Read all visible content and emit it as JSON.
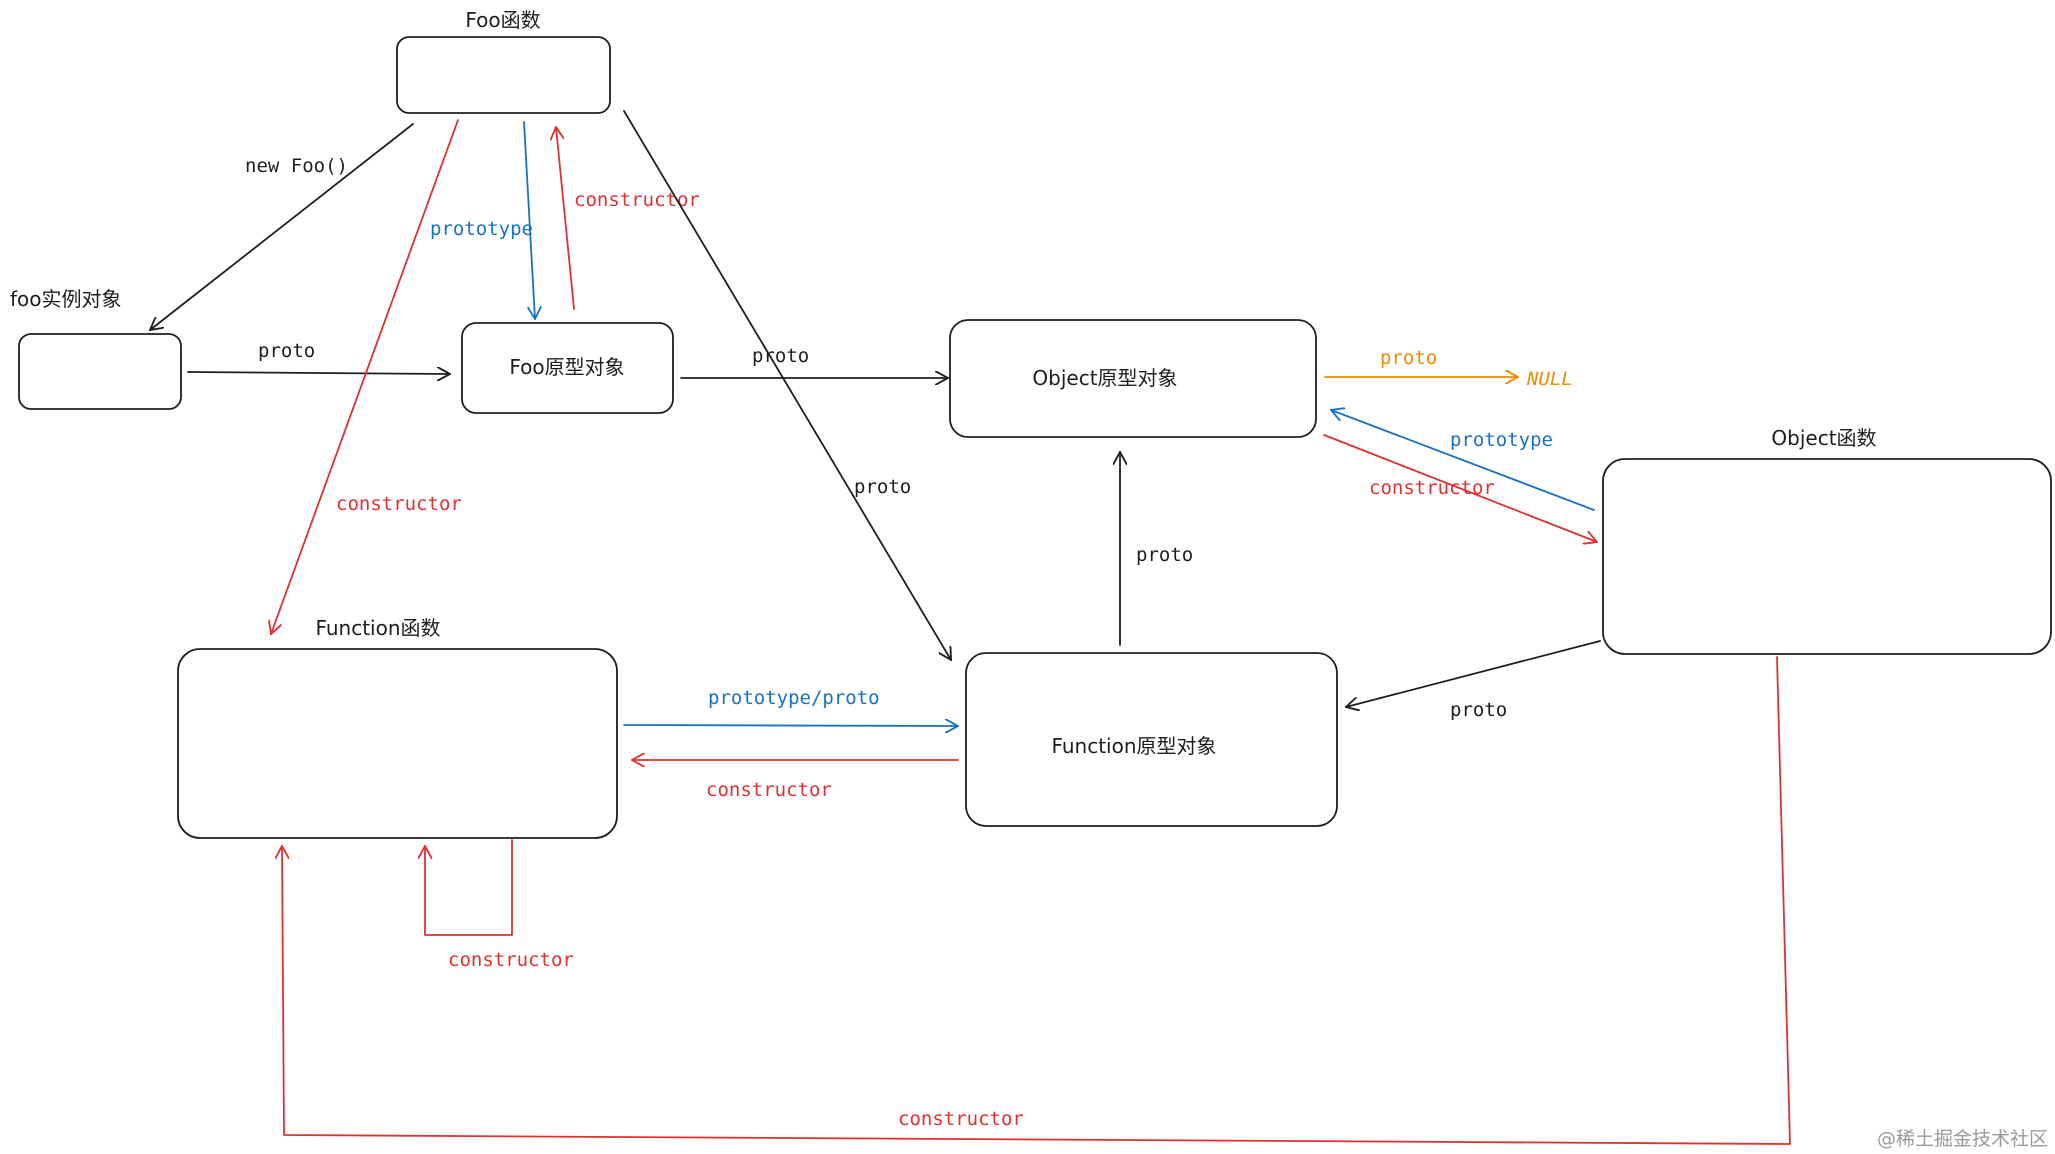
{
  "nodes": {
    "foo_func": {
      "label": "Foo函数"
    },
    "foo_instance": {
      "label": "foo实例对象"
    },
    "foo_proto": {
      "label": "Foo原型对象"
    },
    "object_proto": {
      "label": "Object原型对象"
    },
    "object_func": {
      "label": "Object函数"
    },
    "function_func": {
      "label": "Function函数"
    },
    "function_proto": {
      "label": "Function原型对象"
    }
  },
  "edges": {
    "new_foo": {
      "label": "new Foo()"
    },
    "foo_prototype": {
      "label": "prototype"
    },
    "foo_constructor": {
      "label": "constructor"
    },
    "instance_proto": {
      "label": "proto"
    },
    "fooproto_proto": {
      "label": "proto"
    },
    "foofunc_proto": {
      "label": "proto"
    },
    "foofunc_constructor": {
      "label": "constructor"
    },
    "objproto_null": {
      "label": "proto",
      "target": "NULL"
    },
    "objfunc_prototype": {
      "label": "prototype"
    },
    "objproto_constructor": {
      "label": "constructor"
    },
    "funcproto_proto": {
      "label": "proto"
    },
    "objfunc_proto": {
      "label": "proto"
    },
    "function_prototype_proto": {
      "label": "prototype/proto"
    },
    "funcproto_constructor": {
      "label": "constructor"
    },
    "function_self_constructor": {
      "label": "constructor"
    },
    "objfunc_constructor": {
      "label": "constructor"
    }
  },
  "colors": {
    "black": "#1e1e1e",
    "red": "#e03131",
    "blue": "#1971c2",
    "orange": "#f08c00"
  },
  "watermark": "@稀土掘金技术社区"
}
